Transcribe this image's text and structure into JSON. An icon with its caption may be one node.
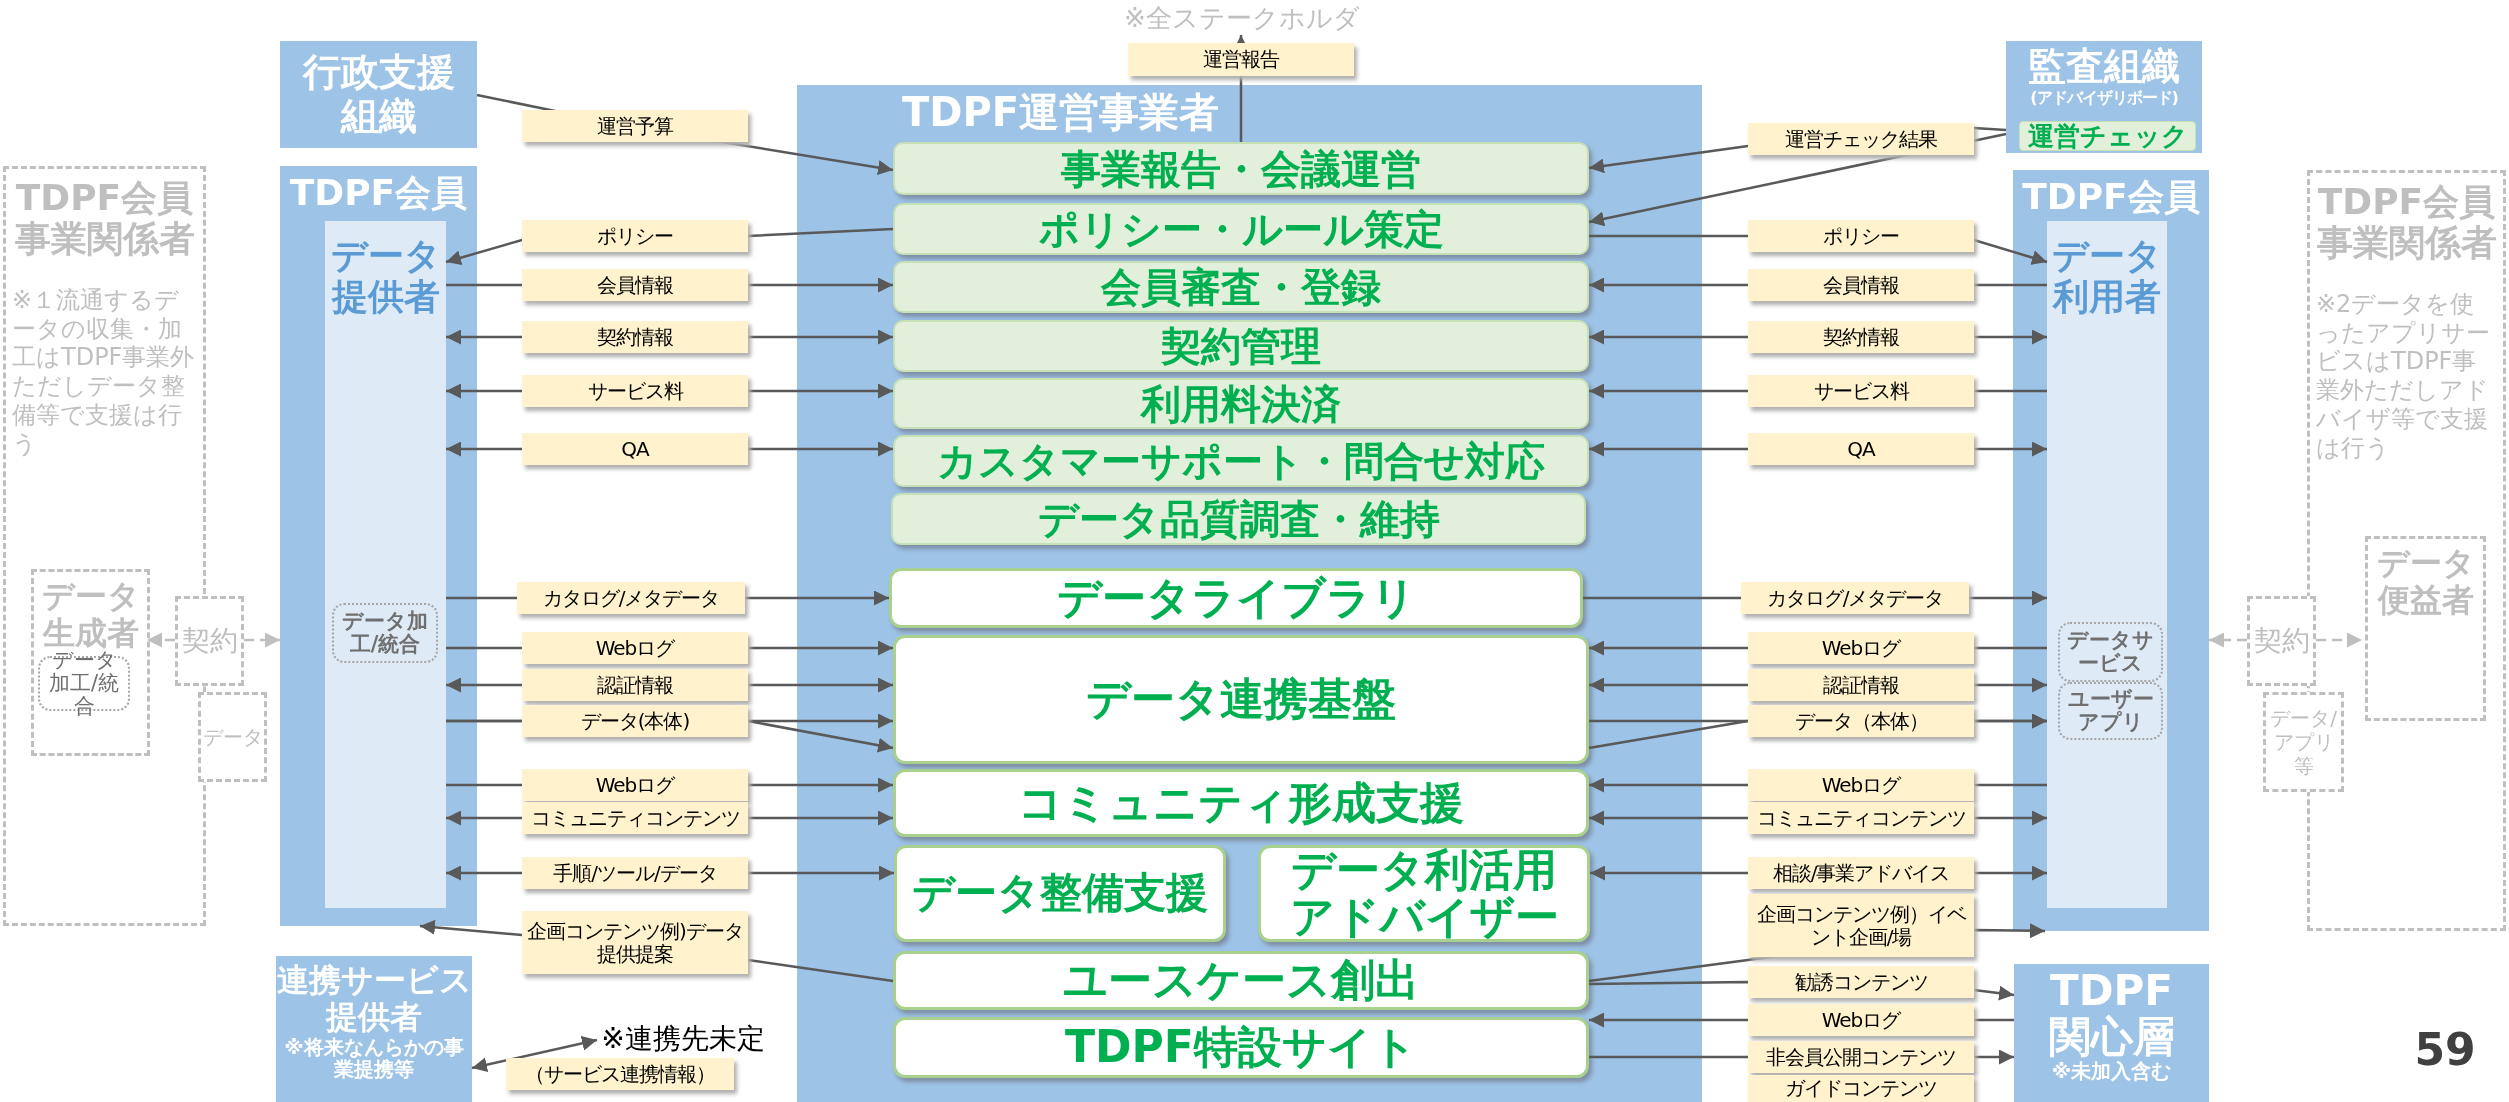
{
  "diagram": {
    "nodes": [
      {
        "text": [
          "行政支援組織"
        ]
      },
      {
        "text": [
          "TDPF運営事業者"
        ]
      },
      {
        "text": [
          "事業報告・会議運営"
        ],
        "in": 1
      },
      {
        "text": [
          "ポリシー・ルール策定"
        ],
        "in": 1
      },
      {
        "text": [
          "会員審査・登録"
        ],
        "in": 1
      },
      {
        "text": [
          "契約管理"
        ],
        "in": 1
      },
      {
        "text": [
          "利用料決済"
        ],
        "in": 1
      },
      {
        "text": [
          "カスタマーサポート・問合せ対応"
        ],
        "in": 1
      },
      {
        "text": [
          "データ品質調査・維持"
        ],
        "in": 1
      },
      {
        "text": [
          "データライブラリ"
        ],
        "in": 1
      },
      {
        "text": [
          "データ連携基盤"
        ],
        "in": 1
      },
      {
        "text": [
          "コミュニティ形成支援"
        ],
        "in": 1
      },
      {
        "text": [
          "データ整備支援"
        ],
        "in": 1
      },
      {
        "text": [
          "データ利活用アドバイザー"
        ],
        "in": 1
      },
      {
        "text": [
          "ユースケース創出"
        ],
        "in": 1
      },
      {
        "text": [
          "TDPF特設サイト"
        ],
        "in": 1
      },
      {
        "text": [
          "監査組織",
          "(アドバイザリボード)"
        ]
      },
      {
        "text": [
          "運営チェック"
        ],
        "in": 16
      },
      {
        "text": [
          "TDPF会員"
        ]
      },
      {
        "text": [
          "データ提供者"
        ],
        "in": 18
      },
      {
        "text": [
          "データ加工/統合"
        ],
        "in": 19
      },
      {
        "text": [
          "TDPF会員"
        ]
      },
      {
        "text": [
          "データ利用者"
        ],
        "in": 21
      },
      {
        "text": [
          "データサービス"
        ],
        "in": 22
      },
      {
        "text": [
          "ユーザーアプリ"
        ],
        "in": 22
      },
      {
        "text": [
          "TDPF会員事業関係者",
          "※１流通するデータの収集・加工はTDPF事業外ただしデータ整備等で支援は行う"
        ]
      },
      {
        "text": [
          "データ生成者"
        ],
        "in": 25
      },
      {
        "text": [
          "データ加工/統合"
        ],
        "in": 26
      },
      {
        "text": [
          "契約"
        ]
      },
      {
        "text": [
          "データ"
        ]
      },
      {
        "text": [
          "TDPF会員事業関係者",
          "※2データを使ったアプリサービスはTDPF事業外ただしアドバイザ等で支援は行う"
        ]
      },
      {
        "text": [
          "データ便益者"
        ],
        "in": 30
      },
      {
        "text": [
          "契約"
        ]
      },
      {
        "text": [
          "データ/アプリ等"
        ]
      },
      {
        "text": [
          "連携サービス提供者",
          "※将来なんらかの事業提携等"
        ]
      },
      {
        "text": [
          "TDPF関心層",
          "※未加入含む"
        ]
      },
      {
        "text": [
          "※全ステークホルダ"
        ]
      },
      {
        "text": [
          "※連携先未定"
        ]
      }
    ],
    "edges": [
      {
        "from": 0,
        "to": 2,
        "label": "運営予算",
        "arrow": "to"
      },
      {
        "from": 3,
        "to": 19,
        "label": "ポリシー",
        "arrow": "to"
      },
      {
        "from": 19,
        "to": 4,
        "label": "会員情報",
        "arrow": "to"
      },
      {
        "from": 19,
        "to": 5,
        "label": "契約情報",
        "arrow": "both"
      },
      {
        "from": 19,
        "to": 6,
        "label": "サービス料",
        "arrow": "both"
      },
      {
        "from": 19,
        "to": 7,
        "label": "QA",
        "arrow": "both"
      },
      {
        "from": 19,
        "to": 9,
        "label": "カタログ/メタデータ",
        "arrow": "to"
      },
      {
        "from": 19,
        "to": 10,
        "label": "Webログ",
        "arrow": "to"
      },
      {
        "from": 19,
        "to": 10,
        "label": "認証情報",
        "arrow": "both"
      },
      {
        "from": 19,
        "to": 10,
        "label": "データ(本体)",
        "arrow": "to"
      },
      {
        "from": 19,
        "to": 10,
        "arrow": "to"
      },
      {
        "from": 19,
        "to": 11,
        "label": "Webログ",
        "arrow": "to"
      },
      {
        "from": 19,
        "to": 11,
        "label": "コミュニティコンテンツ",
        "arrow": "both"
      },
      {
        "from": 19,
        "to": 12,
        "label": "手順/ツール/データ",
        "arrow": "both"
      },
      {
        "from": 14,
        "to": 18,
        "label": "企画コンテンツ例)データ提供提案",
        "arrow": "to"
      },
      {
        "from": 2,
        "to": 36,
        "label": "運営報告",
        "arrow": "to"
      },
      {
        "from": 34,
        "to": 37,
        "label": "（サービス連携情報）",
        "arrow": "both"
      },
      {
        "from": 16,
        "to": 2,
        "label": "運営チェック結果",
        "arrow": "to"
      },
      {
        "from": 16,
        "to": 3,
        "arrow": "to"
      },
      {
        "from": 3,
        "to": 22,
        "label": "ポリシー",
        "arrow": "to"
      },
      {
        "from": 22,
        "to": 4,
        "label": "会員情報",
        "arrow": "to"
      },
      {
        "from": 22,
        "to": 5,
        "label": "契約情報",
        "arrow": "both"
      },
      {
        "from": 22,
        "to": 6,
        "label": "サービス料",
        "arrow": "to"
      },
      {
        "from": 22,
        "to": 7,
        "label": "QA",
        "arrow": "both"
      },
      {
        "from": 9,
        "to": 22,
        "label": "カタログ/メタデータ",
        "arrow": "to"
      },
      {
        "from": 22,
        "to": 10,
        "label": "Webログ",
        "arrow": "to"
      },
      {
        "from": 22,
        "to": 10,
        "label": "認証情報",
        "arrow": "both"
      },
      {
        "from": 10,
        "to": 22,
        "label": "データ（本体）",
        "arrow": "to"
      },
      {
        "from": 10,
        "to": 22,
        "arrow": "to"
      },
      {
        "from": 22,
        "to": 11,
        "label": "Webログ",
        "arrow": "to"
      },
      {
        "from": 22,
        "to": 11,
        "label": "コミュニティコンテンツ",
        "arrow": "both"
      },
      {
        "from": 22,
        "to": 13,
        "label": "相談/事業アドバイス",
        "arrow": "both"
      },
      {
        "from": 14,
        "to": 21,
        "label": "企画コンテンツ例）イベント企画/場",
        "arrow": "to"
      },
      {
        "from": 14,
        "to": 35,
        "label": "勧誘コンテンツ",
        "arrow": "to"
      },
      {
        "from": 35,
        "to": 15,
        "label": "Webログ",
        "arrow": "to"
      },
      {
        "from": 15,
        "to": 35,
        "label": "非会員公開コンテンツ",
        "arrow": "to"
      },
      {
        "from": 28,
        "to": 26,
        "arrow": "to",
        "style": "dashed",
        "color": "#bfbfbf"
      },
      {
        "from": 28,
        "to": 18,
        "arrow": "to",
        "style": "dashed",
        "color": "#bfbfbf"
      },
      {
        "from": 32,
        "to": 21,
        "arrow": "to",
        "style": "dashed",
        "color": "#bfbfbf"
      },
      {
        "from": 32,
        "to": 31,
        "arrow": "to",
        "style": "dashed",
        "color": "#bfbfbf"
      }
    ],
    "labels": [
      "ガイドコンテンツ",
      "59"
    ]
  }
}
